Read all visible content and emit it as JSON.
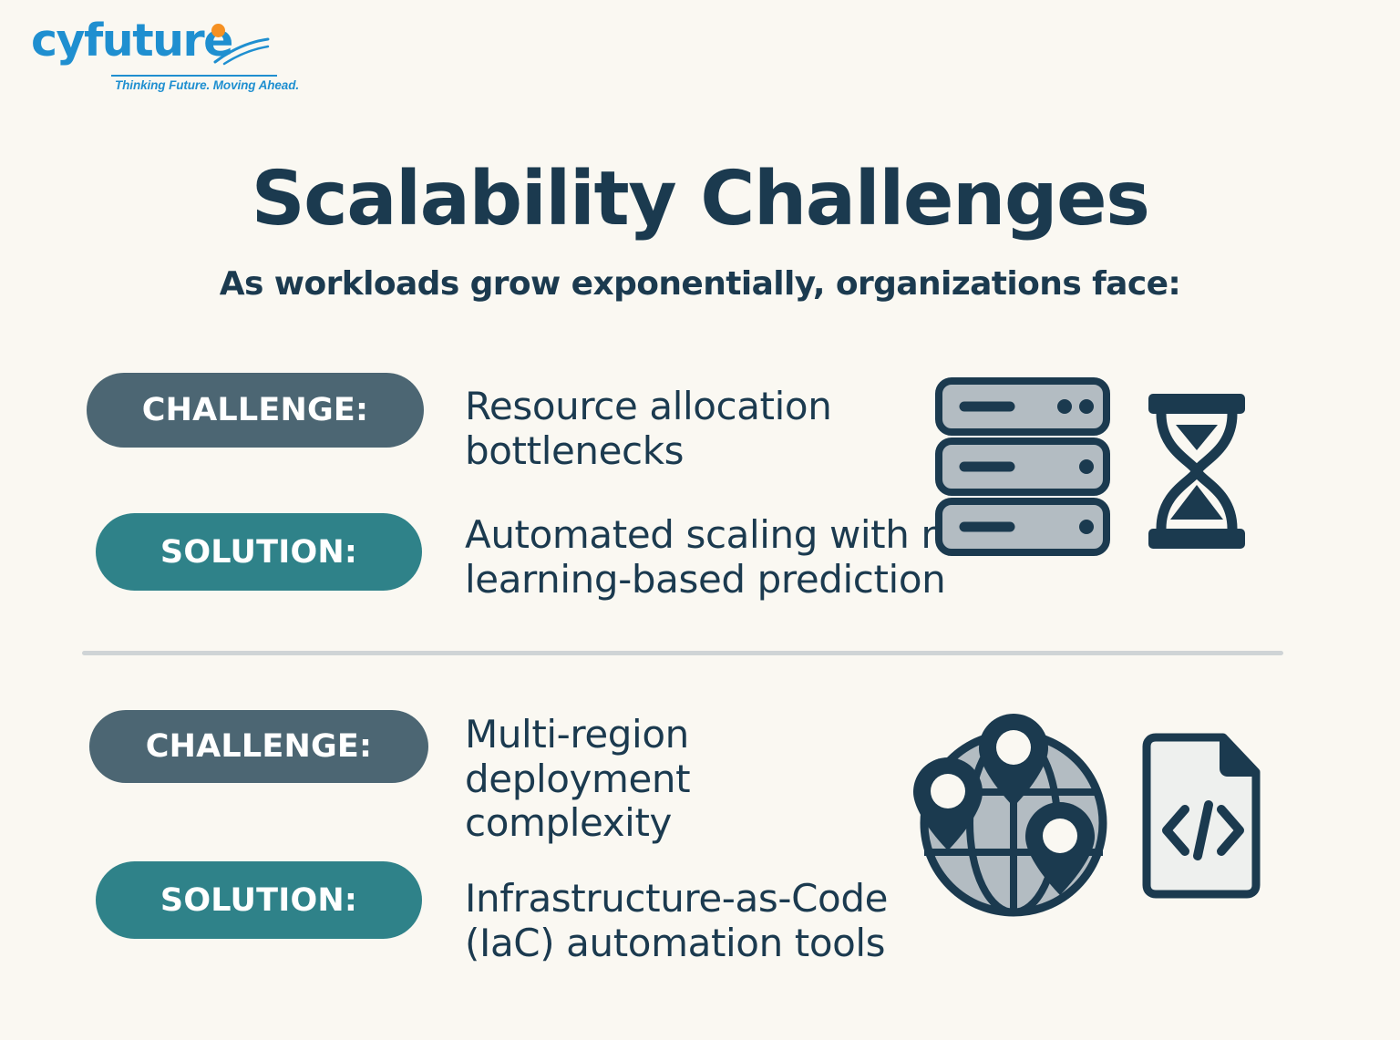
{
  "brand": {
    "logo_text": "cyfuture",
    "tagline": "Thinking Future. Moving Ahead.",
    "logo_color": "#1f8fd0",
    "accent_dot_color": "#f59022"
  },
  "header": {
    "title": "Scalability Challenges",
    "subtitle": "As workloads grow exponentially, organizations face:",
    "title_color": "#1b3a4f"
  },
  "theme": {
    "background": "#faf8f2",
    "challenge_pill": "#4c6673",
    "solution_pill": "#2f8289",
    "text": "#1b3a4f",
    "divider": "#cfd4d6",
    "icon_outline": "#1b3a4f",
    "icon_fill": "#b3bcc2",
    "icon_fill_light": "#eef0ee"
  },
  "sections": [
    {
      "challenge_label": "CHALLENGE:",
      "challenge_text": "Resource allocation bottlenecks",
      "solution_label": "SOLUTION:",
      "solution_text": "Automated scaling with machine learning-based prediction",
      "icons": [
        "server-rack-icon",
        "hourglass-icon"
      ]
    },
    {
      "challenge_label": "CHALLENGE:",
      "challenge_text": "Multi-region deployment complexity",
      "solution_label": "SOLUTION:",
      "solution_text": "Infrastructure-as-Code (IaC) automation tools",
      "icons": [
        "globe-pins-icon",
        "code-file-icon"
      ]
    }
  ]
}
